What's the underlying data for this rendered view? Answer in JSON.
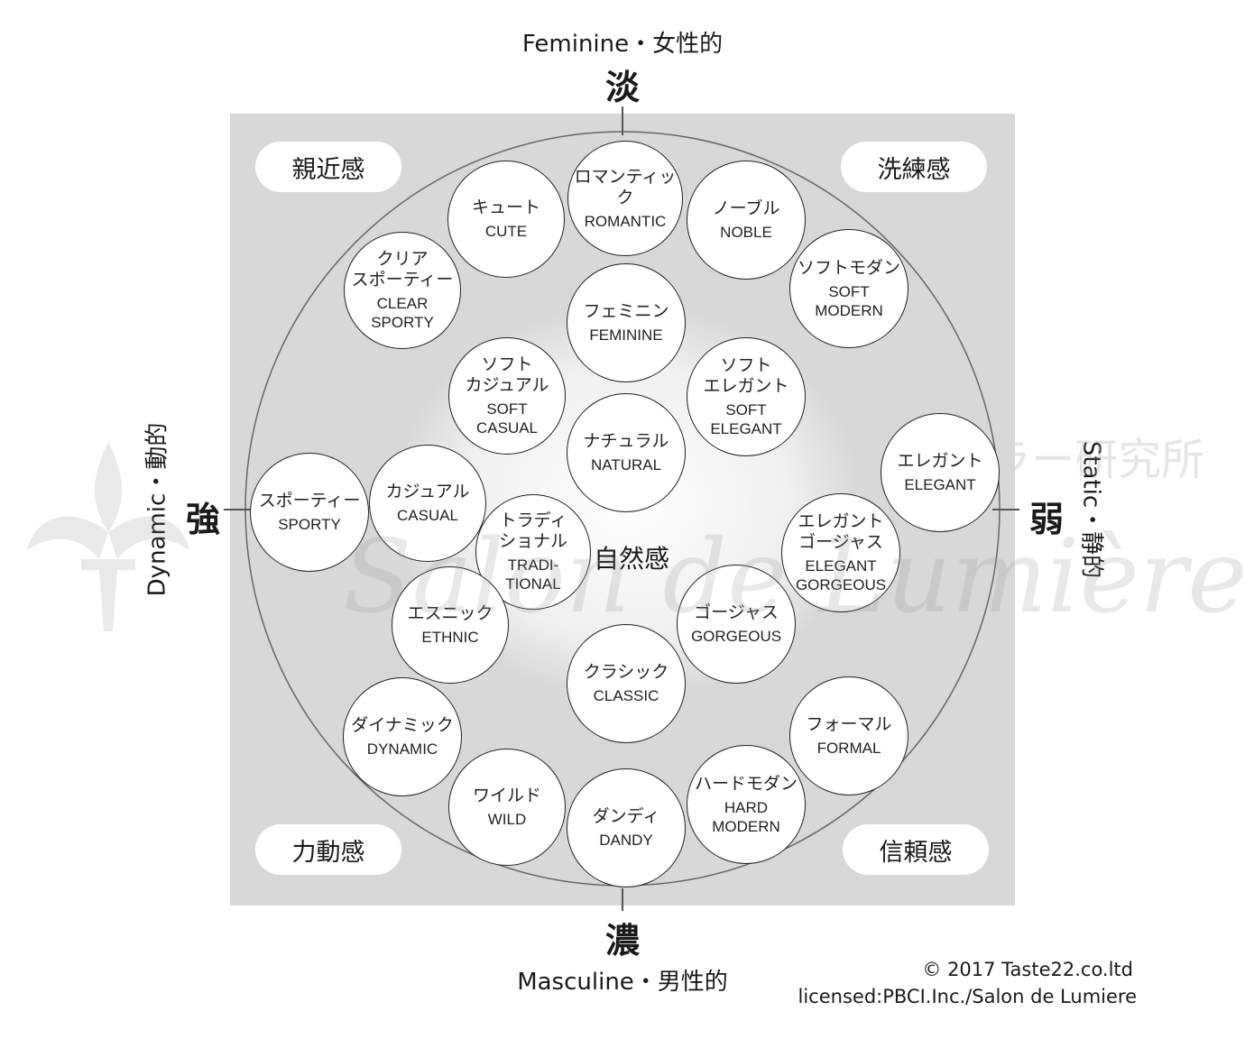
{
  "axes": {
    "top_label": "Feminine・女性的",
    "top_kanji": "淡",
    "bottom_kanji": "濃",
    "bottom_label": "Masculine・男性的",
    "left_label": "Dynamic・動的",
    "left_kanji": "強",
    "right_label": "Static・静的",
    "right_kanji": "弱"
  },
  "quadrants": {
    "top_left": "親近感",
    "top_right": "洗練感",
    "bottom_left": "力動感",
    "bottom_right": "信頼感"
  },
  "center_label": "自然感",
  "nodes": [
    {
      "ja": "ロマンティック",
      "en": "ROMANTIC"
    },
    {
      "ja": "キュート",
      "en": "CUTE"
    },
    {
      "ja": "ノーブル",
      "en": "NOBLE"
    },
    {
      "ja": "クリア\nスポーティー",
      "en": "CLEAR\nSPORTY"
    },
    {
      "ja": "ソフトモダン",
      "en": "SOFT\nMODERN"
    },
    {
      "ja": "フェミニン",
      "en": "FEMININE"
    },
    {
      "ja": "ソフト\nカジュアル",
      "en": "SOFT\nCASUAL"
    },
    {
      "ja": "ソフト\nエレガント",
      "en": "SOFT\nELEGANT"
    },
    {
      "ja": "ナチュラル",
      "en": "NATURAL"
    },
    {
      "ja": "エレガント",
      "en": "ELEGANT"
    },
    {
      "ja": "スポーティー",
      "en": "SPORTY"
    },
    {
      "ja": "カジュアル",
      "en": "CASUAL"
    },
    {
      "ja": "トラディ\nショナル",
      "en": "TRADI-\nTIONAL"
    },
    {
      "ja": "エレガント\nゴージャス",
      "en": "ELEGANT\nGORGEOUS"
    },
    {
      "ja": "エスニック",
      "en": "ETHNIC"
    },
    {
      "ja": "ゴージャス",
      "en": "GORGEOUS"
    },
    {
      "ja": "クラシック",
      "en": "CLASSIC"
    },
    {
      "ja": "ダイナミック",
      "en": "DYNAMIC"
    },
    {
      "ja": "フォーマル",
      "en": "FORMAL"
    },
    {
      "ja": "ワイルド",
      "en": "WILD"
    },
    {
      "ja": "ダンディ",
      "en": "DANDY"
    },
    {
      "ja": "ハードモダン",
      "en": "HARD\nMODERN"
    }
  ],
  "copyright": {
    "line1": "© 2017 Taste22.co.ltd",
    "line2": "licensed:PBCI.Inc./Salon de Lumiere"
  },
  "watermark": {
    "jp": "株式会社パーソナルビューティーカラー研究所",
    "script": "Salon de Lumière"
  }
}
